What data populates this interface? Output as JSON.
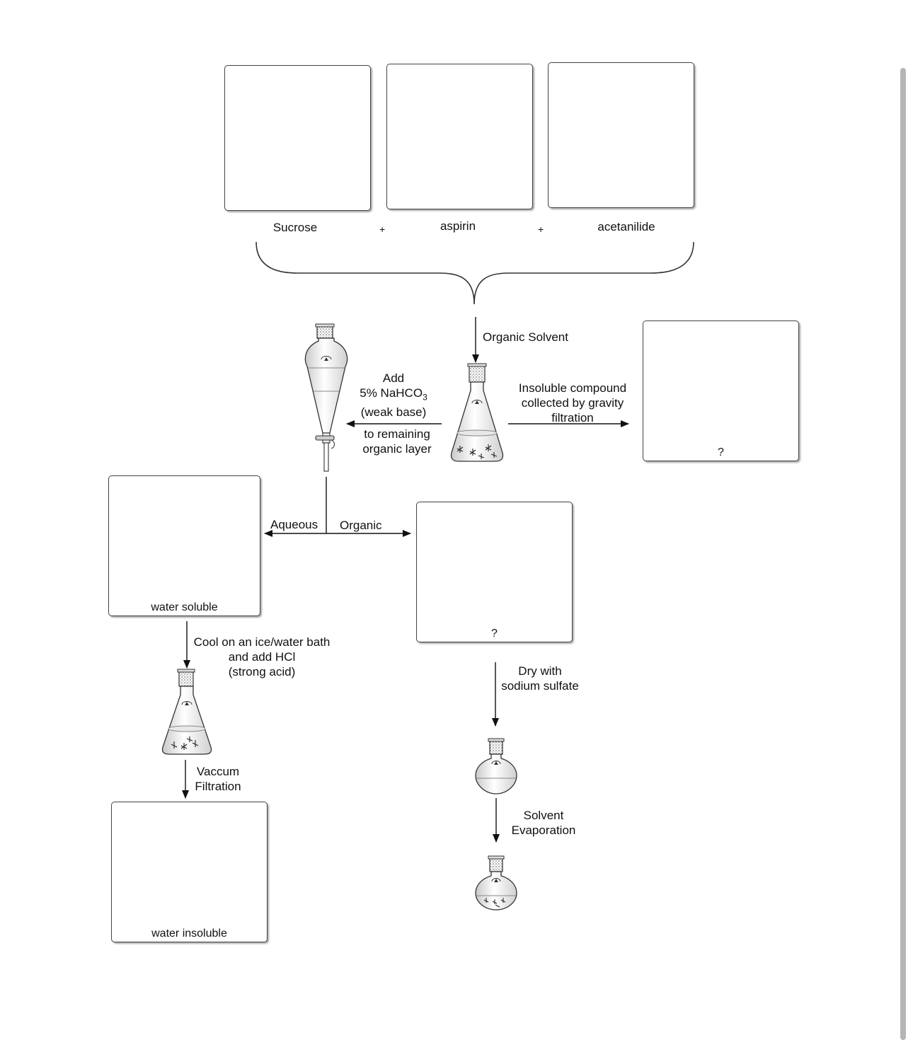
{
  "reactants": {
    "sucrose": "Sucrose",
    "aspirin": "aspirin",
    "acetanilide": "acetanilide",
    "plus": "+"
  },
  "steps": {
    "organic_solvent": "Organic Solvent",
    "add_bicarbonate": {
      "line1": "Add",
      "line2_prefix": "5% NaHCO",
      "line2_subscript": "3",
      "line3": "(weak base)",
      "line4": "to remaining",
      "line5": "organic layer"
    },
    "gravity_filtration": {
      "line1": "Insoluble compound",
      "line2": "collected by gravity",
      "line3": "filtration"
    },
    "aqueous": "Aqueous",
    "organic": "Organic",
    "cool_acid": {
      "line1": "Cool on an ice/water bath",
      "line2": "and add HCl",
      "line3": "(strong acid)"
    },
    "vacuum_filtration": {
      "line1": "Vaccum",
      "line2": "Filtration"
    },
    "dry": {
      "line1": "Dry with",
      "line2": "sodium sulfate"
    },
    "evaporation": {
      "line1": "Solvent",
      "line2": "Evaporation"
    }
  },
  "boxes": {
    "insoluble_unknown": "?",
    "water_soluble": "water soluble",
    "organic_unknown": "?",
    "water_insoluble": "water insoluble"
  },
  "icons": [
    "separatory-funnel-icon",
    "erlenmeyer-flask-icon",
    "round-bottom-flask-icon"
  ]
}
